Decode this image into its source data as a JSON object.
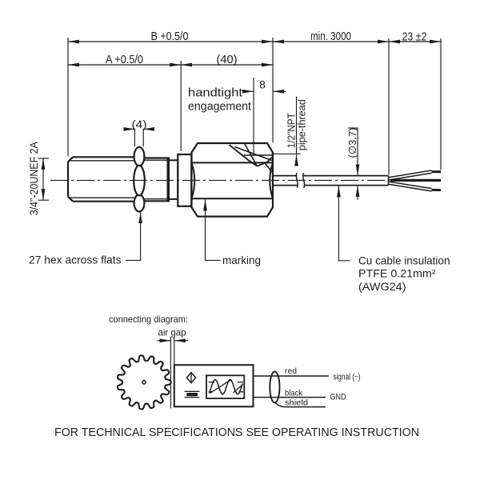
{
  "colors": {
    "ink": "#1c1c1c",
    "background": "#ffffff"
  },
  "dimensions": {
    "body_total": "B +0.5/0",
    "cable_min": "min. 3000",
    "strip_len": "23 ±2",
    "thread_len": "A +0.5/0",
    "hex_len": "(40)",
    "engagement_len": "8",
    "nut_width": "(4)",
    "mount_thread": "3/4\"-20UNEF 2A",
    "cable_dia": "(∅3.7)"
  },
  "labels": {
    "handtight_line1": "handtight",
    "handtight_line2": "engagement",
    "npt_line1": "1/2\"NPT",
    "npt_line2": "pipe-thread",
    "hex_flats": "27 hex across flats",
    "marking": "marking",
    "insulation_line1": "Cu cable insulation",
    "insulation_line2": "PTFE 0.21mm²",
    "insulation_line3": "(AWG24)"
  },
  "connecting_diagram": {
    "title": "connecting diagram:",
    "air_gap": "air gap",
    "wire_red": "red",
    "wire_black": "black",
    "wire_shield": "shield",
    "signal_label": "signal (~)",
    "gnd_label": "GND"
  },
  "footer": {
    "note": "FOR TECHNICAL SPECIFICATIONS SEE OPERATING INSTRUCTION"
  }
}
